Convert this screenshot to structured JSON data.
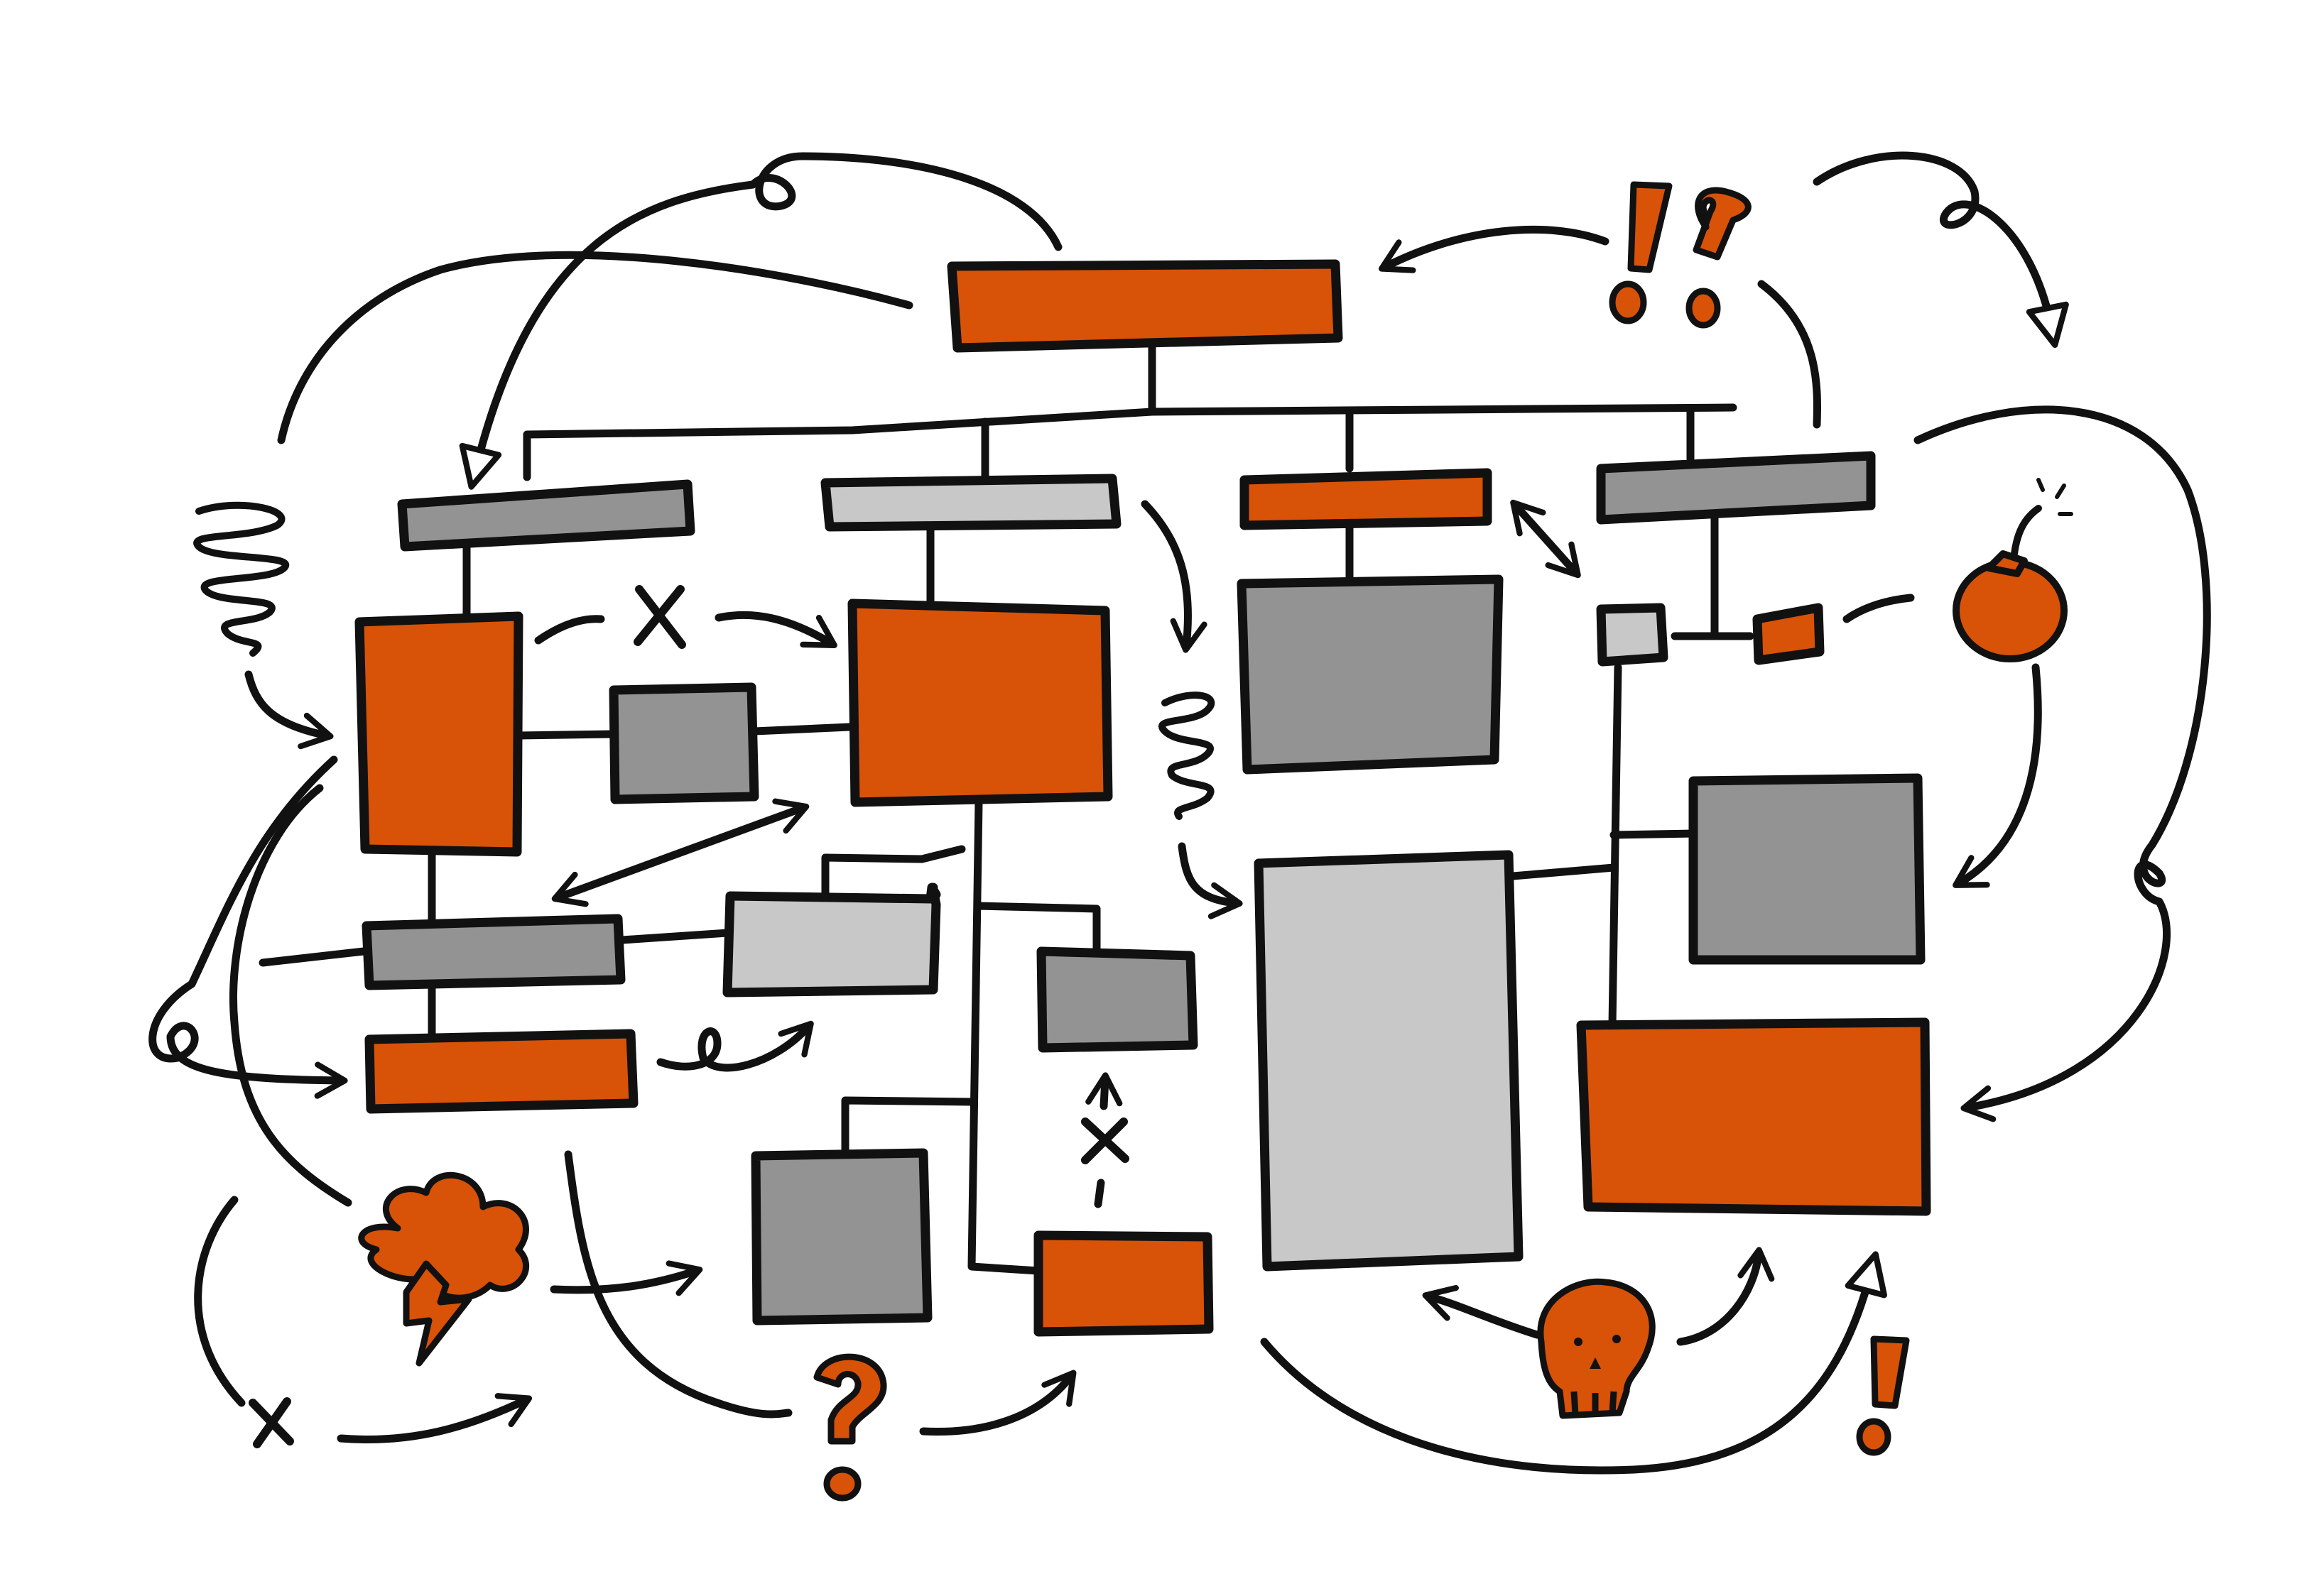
{
  "colors": {
    "orange": "#d85208",
    "dark_gray": "#939393",
    "light_gray": "#c8c8c8",
    "ink": "#111111",
    "paper": "#ffffff"
  },
  "diagram": {
    "boxes": [
      {
        "name": "top-root-box",
        "fill": "orange"
      },
      {
        "name": "level1-header-a",
        "fill": "dark_gray"
      },
      {
        "name": "level1-header-b",
        "fill": "light_gray"
      },
      {
        "name": "level1-header-c",
        "fill": "orange"
      },
      {
        "name": "level1-header-d",
        "fill": "dark_gray"
      },
      {
        "name": "left-tall-box",
        "fill": "orange"
      },
      {
        "name": "left-small-square",
        "fill": "dark_gray"
      },
      {
        "name": "center-square",
        "fill": "orange"
      },
      {
        "name": "center-right-square",
        "fill": "dark_gray"
      },
      {
        "name": "tiny-box-left",
        "fill": "light_gray"
      },
      {
        "name": "tiny-box-right",
        "fill": "orange"
      },
      {
        "name": "left-bar-gray",
        "fill": "dark_gray"
      },
      {
        "name": "left-bar-orange",
        "fill": "orange"
      },
      {
        "name": "tabbed-box-light",
        "fill": "light_gray"
      },
      {
        "name": "small-gray-box",
        "fill": "dark_gray"
      },
      {
        "name": "bottom-gray-box",
        "fill": "dark_gray"
      },
      {
        "name": "bottom-orange-box",
        "fill": "orange"
      },
      {
        "name": "large-light-panel",
        "fill": "light_gray"
      },
      {
        "name": "right-gray-square",
        "fill": "dark_gray"
      },
      {
        "name": "right-orange-box",
        "fill": "orange"
      }
    ],
    "icons": [
      {
        "name": "exclamation-icon",
        "fill": "orange"
      },
      {
        "name": "question-icon",
        "fill": "orange"
      },
      {
        "name": "bomb-icon",
        "fill": "orange"
      },
      {
        "name": "storm-cloud-icon",
        "fill": "orange"
      },
      {
        "name": "lightning-bolt-icon",
        "fill": "orange"
      },
      {
        "name": "skull-icon",
        "fill": "orange"
      },
      {
        "name": "spring-coil-icon",
        "fill": "ink"
      },
      {
        "name": "x-mark-icon",
        "fill": "ink"
      }
    ]
  }
}
